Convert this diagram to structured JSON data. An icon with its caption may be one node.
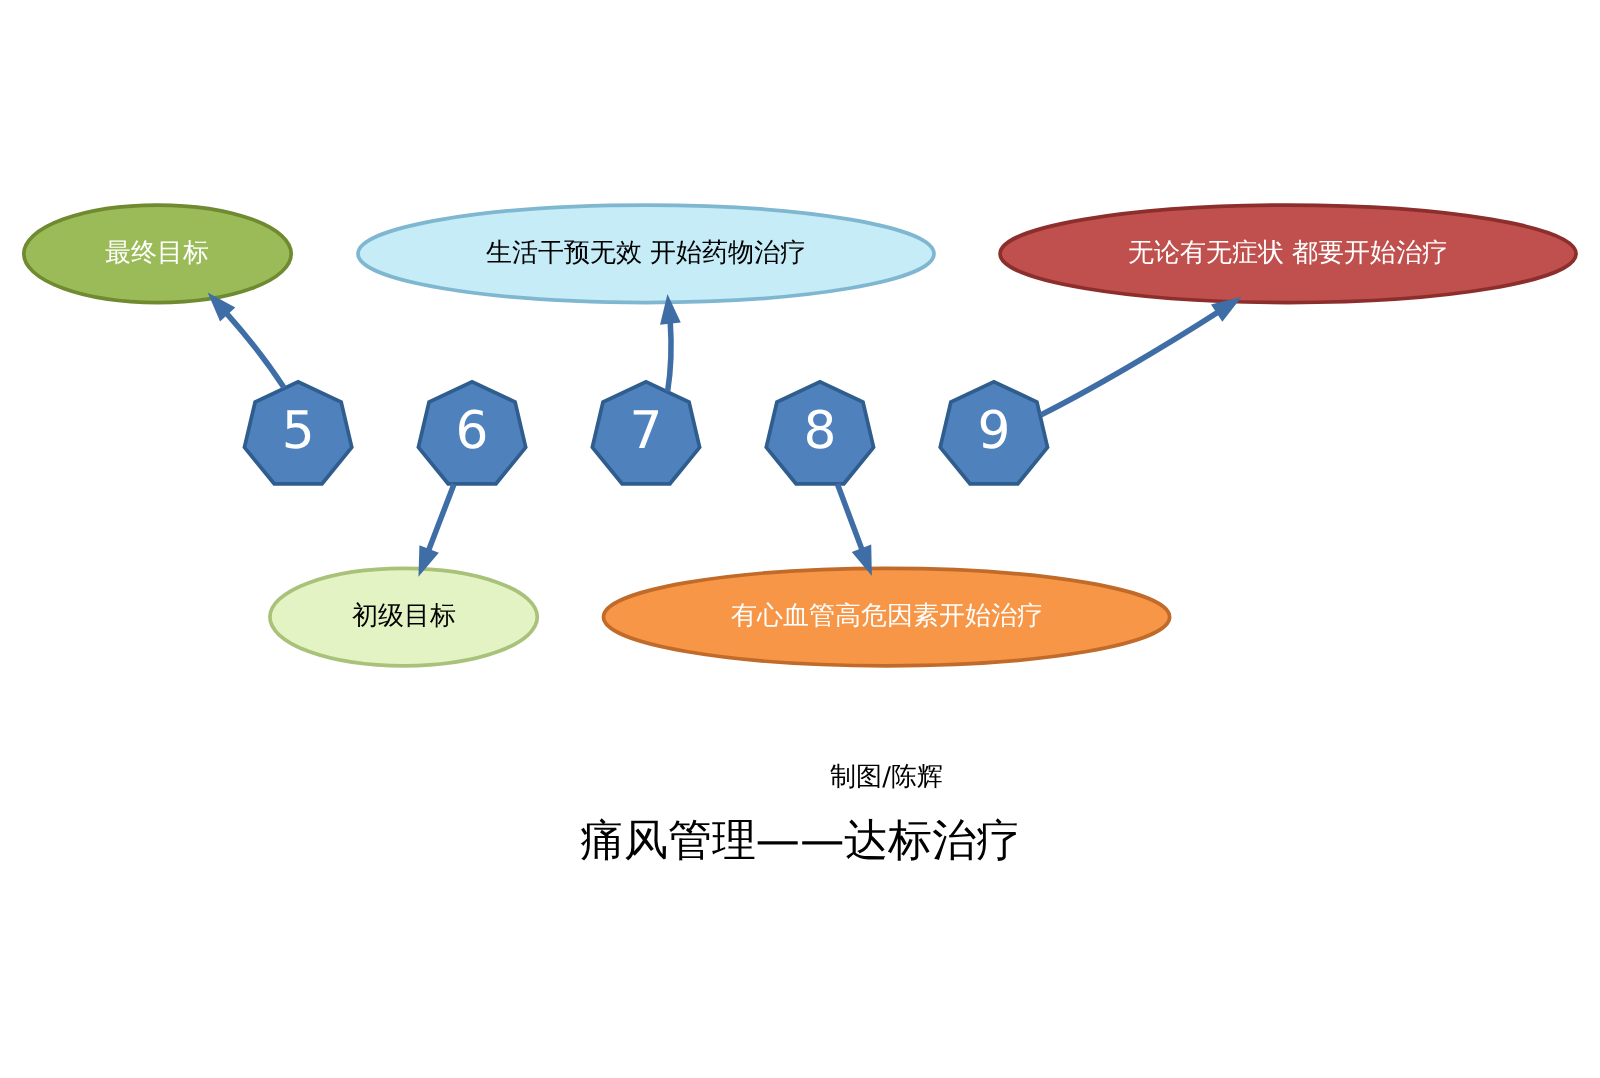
{
  "diagram": {
    "title": "痛风管理——达标治疗",
    "nodes": [
      {
        "text": [
          "最终目标"
        ]
      },
      {
        "text": [
          "生活干预无效 开始药物治疗"
        ]
      },
      {
        "text": [
          "无论有无症状 都要开始治疗"
        ]
      },
      {
        "text": [
          "5"
        ]
      },
      {
        "text": [
          "6"
        ]
      },
      {
        "text": [
          "7"
        ]
      },
      {
        "text": [
          "8"
        ]
      },
      {
        "text": [
          "9"
        ]
      },
      {
        "text": [
          "初级目标"
        ]
      },
      {
        "text": [
          "有心血管高危因素开始治疗"
        ]
      }
    ],
    "edges": [
      {
        "from": 3,
        "to": 0,
        "arrow": "to"
      },
      {
        "from": 4,
        "to": 8,
        "arrow": "to"
      },
      {
        "from": 5,
        "to": 1,
        "arrow": "to"
      },
      {
        "from": 6,
        "to": 9,
        "arrow": "to"
      },
      {
        "from": 7,
        "to": 2,
        "arrow": "to"
      }
    ],
    "labels": [
      "制图/陈辉"
    ]
  }
}
